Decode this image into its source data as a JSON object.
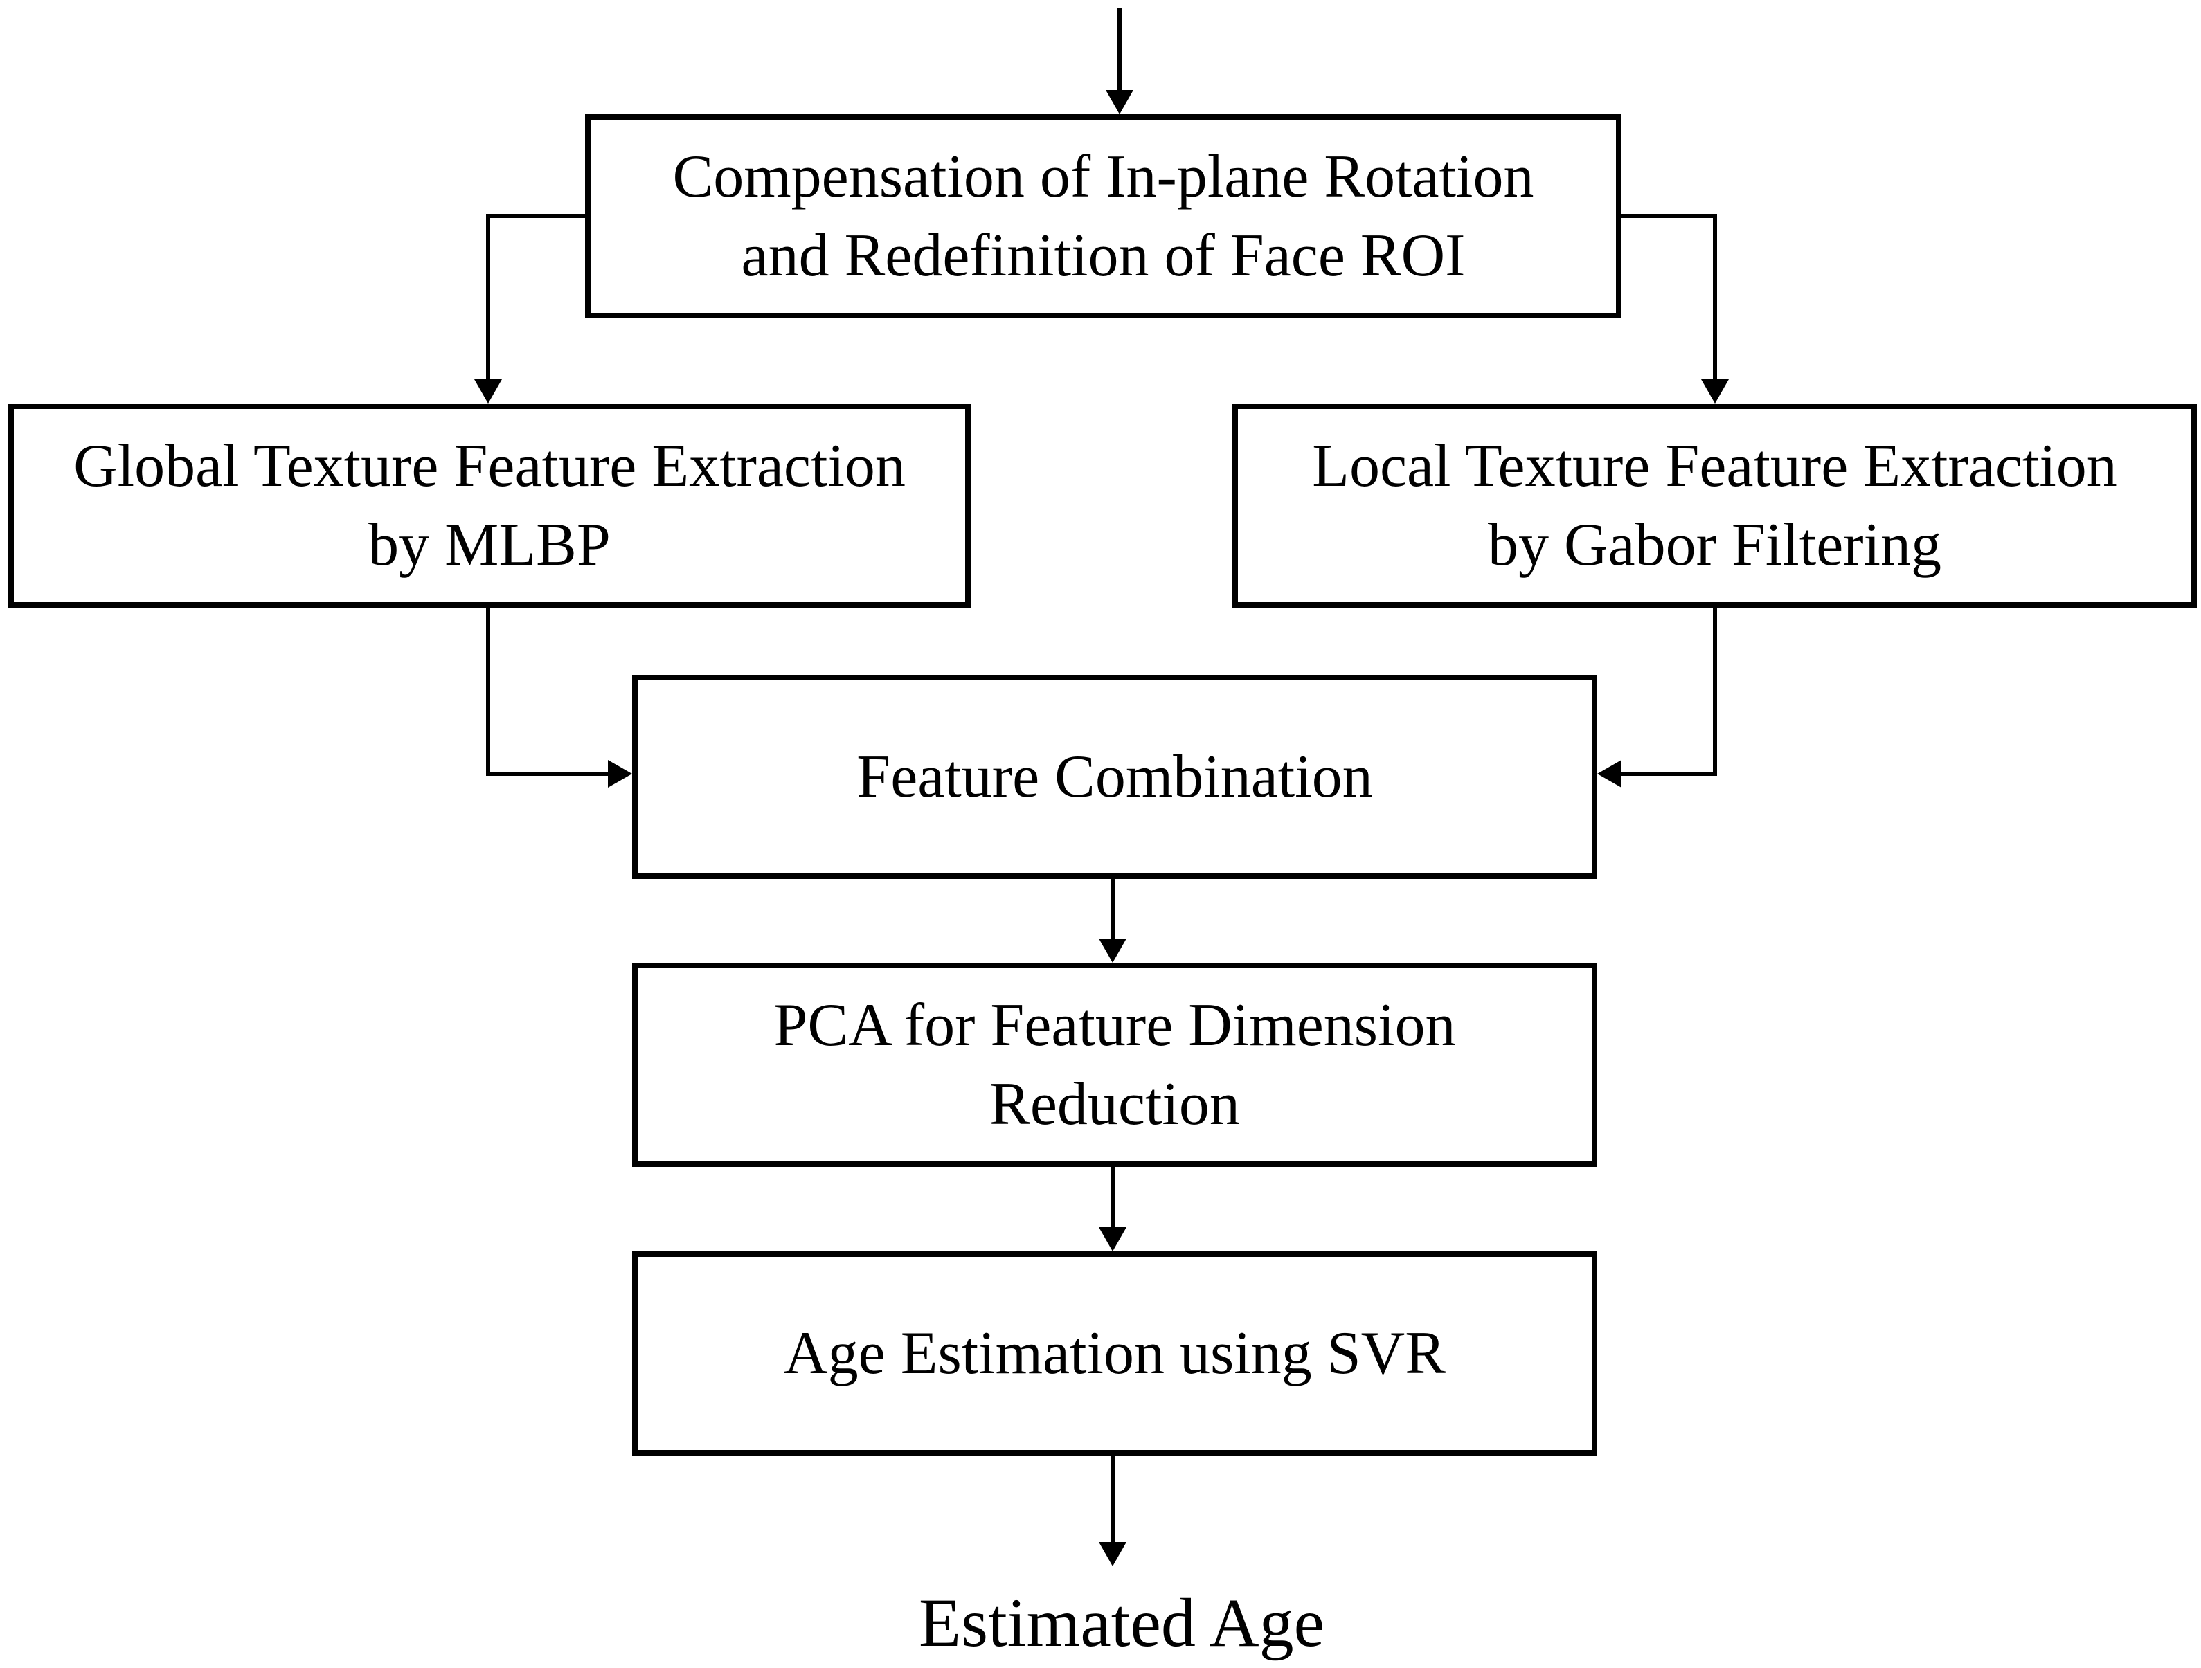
{
  "diagram": {
    "nodes": {
      "compensation": {
        "line1": "Compensation  of In-plane Rotation",
        "line2": "and Redefinition  of Face ROI"
      },
      "global_texture": {
        "line1": "Global Texture Feature Extraction",
        "line2": "by MLBP"
      },
      "local_texture": {
        "line1": "Local Texture Feature Extraction",
        "line2": "by Gabor Filtering"
      },
      "feature_combination": {
        "line1": "Feature Combination"
      },
      "pca": {
        "line1": "PCA for Feature Dimension",
        "line2": "Reduction"
      },
      "age_estimation": {
        "line1": "Age Estimation  using  SVR"
      }
    },
    "output": "Estimated Age",
    "edges": [
      {
        "from": "input",
        "to": "compensation"
      },
      {
        "from": "compensation",
        "to": "global_texture"
      },
      {
        "from": "compensation",
        "to": "local_texture"
      },
      {
        "from": "global_texture",
        "to": "feature_combination"
      },
      {
        "from": "local_texture",
        "to": "feature_combination"
      },
      {
        "from": "feature_combination",
        "to": "pca"
      },
      {
        "from": "pca",
        "to": "age_estimation"
      },
      {
        "from": "age_estimation",
        "to": "output"
      }
    ]
  }
}
